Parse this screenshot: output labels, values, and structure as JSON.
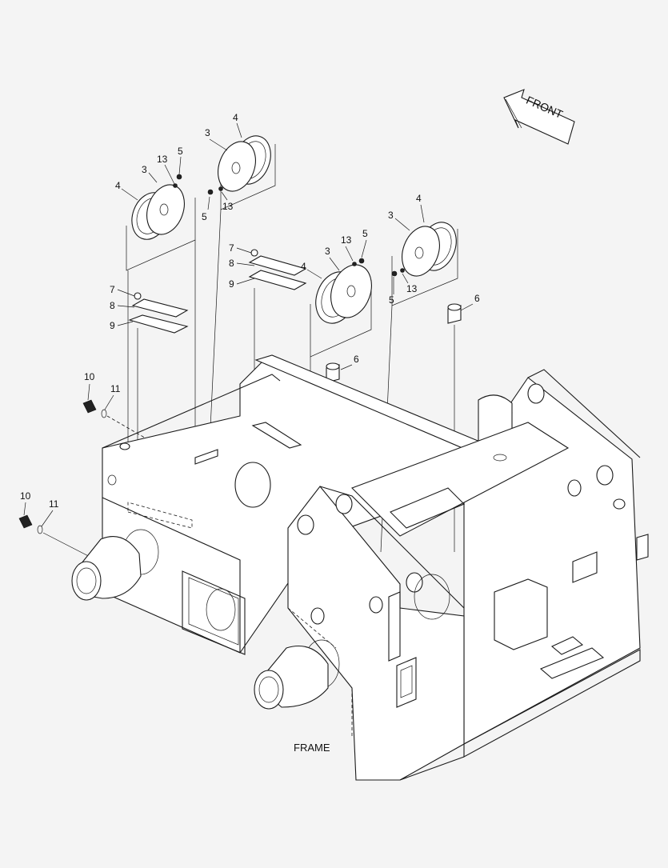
{
  "diagram": {
    "title": "FRAME",
    "direction_label": "FRONT",
    "callouts": [
      {
        "id": "c1",
        "text": "4"
      },
      {
        "id": "c2",
        "text": "3"
      },
      {
        "id": "c3",
        "text": "13"
      },
      {
        "id": "c4",
        "text": "5"
      },
      {
        "id": "c5",
        "text": "3"
      },
      {
        "id": "c6",
        "text": "4"
      },
      {
        "id": "c7",
        "text": "5"
      },
      {
        "id": "c8",
        "text": "13"
      },
      {
        "id": "c9",
        "text": "4"
      },
      {
        "id": "c10",
        "text": "3"
      },
      {
        "id": "c11",
        "text": "5"
      },
      {
        "id": "c12",
        "text": "13"
      },
      {
        "id": "c13",
        "text": "4"
      },
      {
        "id": "c14",
        "text": "3"
      },
      {
        "id": "c15",
        "text": "13"
      },
      {
        "id": "c16",
        "text": "5"
      },
      {
        "id": "c17",
        "text": "7"
      },
      {
        "id": "c18",
        "text": "8"
      },
      {
        "id": "c19",
        "text": "9"
      },
      {
        "id": "c20",
        "text": "7"
      },
      {
        "id": "c21",
        "text": "8"
      },
      {
        "id": "c22",
        "text": "9"
      },
      {
        "id": "c23",
        "text": "6"
      },
      {
        "id": "c24",
        "text": "6"
      },
      {
        "id": "c25",
        "text": "10"
      },
      {
        "id": "c26",
        "text": "11"
      },
      {
        "id": "c27",
        "text": "10"
      },
      {
        "id": "c28",
        "text": "11"
      }
    ]
  }
}
